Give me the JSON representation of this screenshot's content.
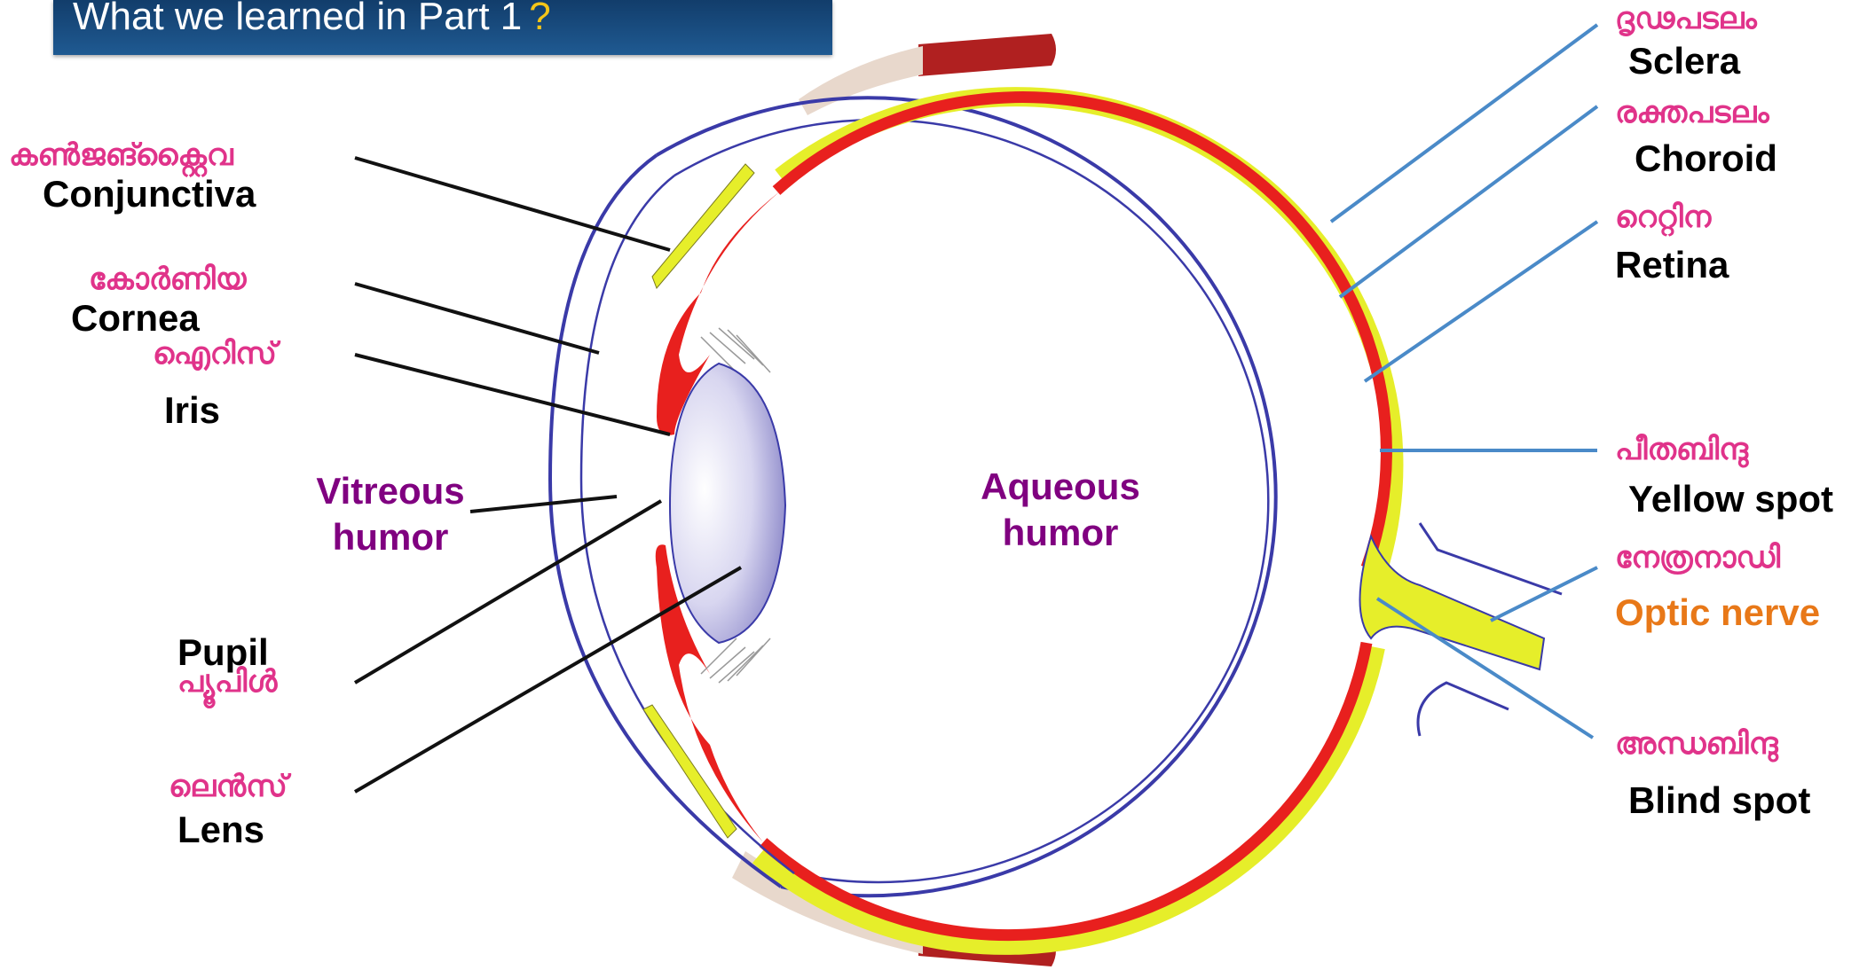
{
  "header": {
    "title": "What we learned in Part 1",
    "mark": "?"
  },
  "colors": {
    "sclera": "#3a3aa8",
    "choroid": "#e8201e",
    "retina": "#e6ee2a",
    "magenta": "#e0338a",
    "purple": "#800080",
    "orange": "#e87818",
    "leader_dark": "#111111",
    "leader_blue": "#4a8ac8"
  },
  "labels": {
    "conjunctiva": {
      "ml": "കൺജങ്ക്റ്റൈവ",
      "en": "Conjunctiva"
    },
    "cornea": {
      "ml": "കോർണിയ",
      "en": "Cornea"
    },
    "iris": {
      "ml": "ഐറിസ്",
      "en": "Iris"
    },
    "vitreous": {
      "line1": "Vitreous",
      "line2": "humor"
    },
    "aqueous": {
      "line1": "Aqueous",
      "line2": "humor"
    },
    "pupil": {
      "en": "Pupil",
      "ml": "പ്യൂപിൾ"
    },
    "lens": {
      "ml": "ലെൻസ്",
      "en": "Lens"
    },
    "sclera": {
      "ml": "ദൃഢപടലം",
      "en": "Sclera"
    },
    "choroid": {
      "ml": "രക്തപടലം",
      "en": "Choroid"
    },
    "retina": {
      "ml": "റെറ്റിന",
      "en": "Retina"
    },
    "yellow_spot": {
      "ml": "പീതബിന്ദു",
      "en": "Yellow spot"
    },
    "optic_nerve": {
      "ml": "നേത്രനാഡി",
      "en": "Optic nerve"
    },
    "blind_spot": {
      "ml": "അന്ധബിന്ദു",
      "en": "Blind spot"
    }
  }
}
